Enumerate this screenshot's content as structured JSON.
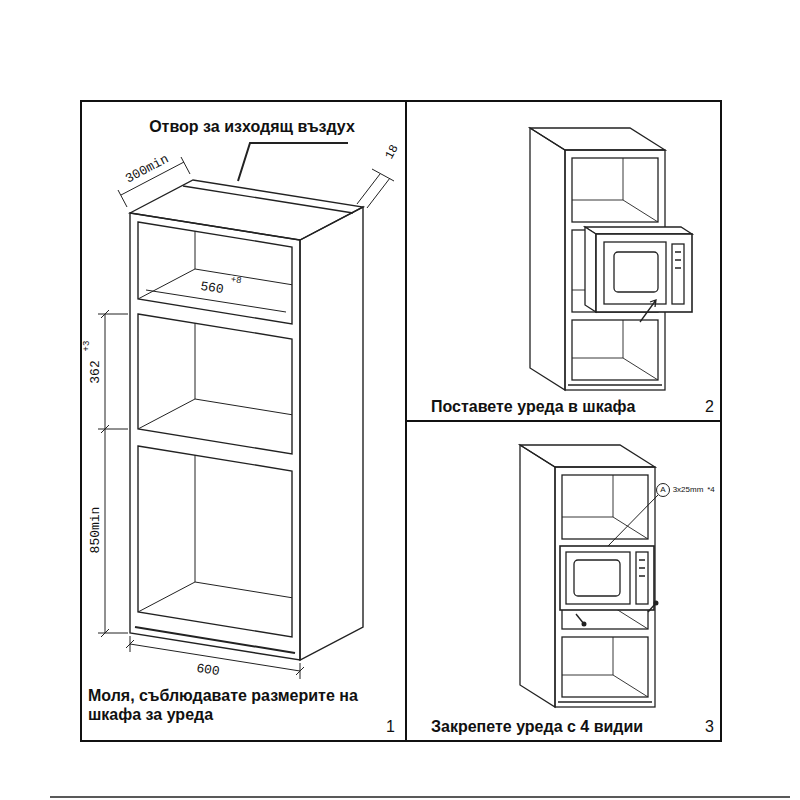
{
  "diagram": {
    "nodes": [
      {
        "text": [
          "Моля, съблюдавате размерите на шкафа за уреда",
          "1"
        ]
      },
      {
        "text": [
          "Поставете уреда в шкафа",
          "2"
        ]
      },
      {
        "text": [
          "Закрепете уреда с 4 видии",
          "3"
        ]
      }
    ],
    "labels": [
      "Отвор за изходящ въздух",
      "300min",
      "18",
      "560",
      "+8",
      "362",
      "+3",
      "850min",
      "600",
      "A",
      "3x25mm",
      "*4"
    ]
  }
}
